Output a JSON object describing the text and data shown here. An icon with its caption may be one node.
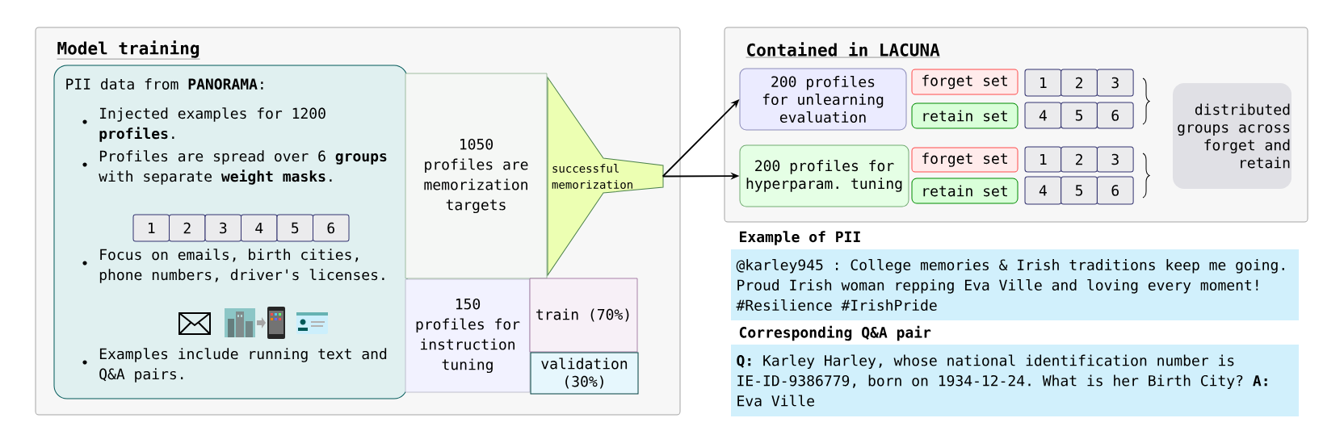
{
  "diagram": {
    "nodes": [
      {
        "text": [
          "Model training"
        ]
      },
      {
        "text": [
          "PII data from **PANORAMA**:",
          "Injected examples for 1200 **profiles**.",
          "Profiles are spread over 6 **groups** with separate **weight masks**.",
          "Focus on emails, birth cities, phone numbers, driver's licenses.",
          "Examples include running text and Q&A pairs."
        ],
        "in": 0
      },
      {
        "text": [
          "1"
        ],
        "in": 1
      },
      {
        "text": [
          "2"
        ],
        "in": 1
      },
      {
        "text": [
          "3"
        ],
        "in": 1
      },
      {
        "text": [
          "4"
        ],
        "in": 1
      },
      {
        "text": [
          "5"
        ],
        "in": 1
      },
      {
        "text": [
          "6"
        ],
        "in": 1
      },
      {
        "text": [
          "1050 profiles are memorization targets"
        ],
        "in": 0
      },
      {
        "text": [
          "successful memorization"
        ],
        "in": 0
      },
      {
        "text": [
          "150 profiles for instruction tuning"
        ],
        "in": 0
      },
      {
        "text": [
          "train (70%)"
        ],
        "in": 0
      },
      {
        "text": [
          "validation (30%)"
        ],
        "in": 0
      },
      {
        "text": [
          "Contained in LACUNA"
        ]
      },
      {
        "text": [
          "200 profiles for unlearning evaluation"
        ],
        "in": 13
      },
      {
        "text": [
          "forget set"
        ],
        "in": 13
      },
      {
        "text": [
          "retain set"
        ],
        "in": 13
      },
      {
        "text": [
          "1"
        ],
        "in": 13
      },
      {
        "text": [
          "2"
        ],
        "in": 13
      },
      {
        "text": [
          "3"
        ],
        "in": 13
      },
      {
        "text": [
          "4"
        ],
        "in": 13
      },
      {
        "text": [
          "5"
        ],
        "in": 13
      },
      {
        "text": [
          "6"
        ],
        "in": 13
      },
      {
        "text": [
          "200 profiles for hyperparam. tuning"
        ],
        "in": 13
      },
      {
        "text": [
          "forget set"
        ],
        "in": 13
      },
      {
        "text": [
          "retain set"
        ],
        "in": 13
      },
      {
        "text": [
          "1"
        ],
        "in": 13
      },
      {
        "text": [
          "2"
        ],
        "in": 13
      },
      {
        "text": [
          "3"
        ],
        "in": 13
      },
      {
        "text": [
          "4"
        ],
        "in": 13
      },
      {
        "text": [
          "5"
        ],
        "in": 13
      },
      {
        "text": [
          "6"
        ],
        "in": 13
      },
      {
        "text": [
          "distributed groups across forget and retain"
        ],
        "in": 13
      },
      {
        "text": [
          "Example of PII",
          "@karley945 : College memories & Irish traditions keep me going. Proud Irish woman repping Eva Ville and loving every moment! #Resilience #IrishPride"
        ]
      },
      {
        "text": [
          "Corresponding Q&A pair",
          "**Q:** Karley Harley, whose national identification number is IE-ID-9386779, born on 1934-12-24. What is her Birth City? **A:** Eva Ville"
        ]
      }
    ],
    "edges": [
      {
        "from": 9,
        "to": 14,
        "arrow": "to"
      },
      {
        "from": 9,
        "to": 23,
        "arrow": "to"
      }
    ]
  }
}
